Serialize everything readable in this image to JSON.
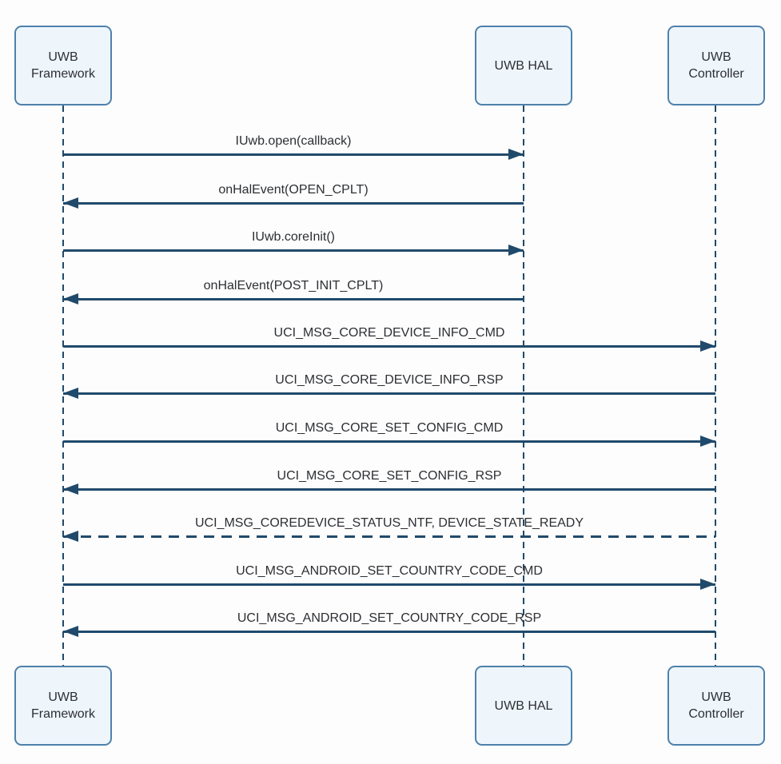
{
  "diagram": {
    "type": "sequence-diagram",
    "topic": "UWB HAL initialization flow",
    "colors": {
      "line": "#204a6b",
      "box_border": "#4e81ab",
      "box_fill": "#eef6fc",
      "text": "#2d2f33",
      "bg": "#fdfdfd"
    },
    "actors": [
      {
        "id": "framework",
        "label": "UWB Framework"
      },
      {
        "id": "hal",
        "label": "UWB HAL"
      },
      {
        "id": "controller",
        "label": "UWB Controller"
      }
    ],
    "messages": [
      {
        "label": "IUwb.open(callback)",
        "from": "framework",
        "to": "hal",
        "style": "solid"
      },
      {
        "label": "onHalEvent(OPEN_CPLT)",
        "from": "hal",
        "to": "framework",
        "style": "solid"
      },
      {
        "label": "IUwb.coreInit()",
        "from": "framework",
        "to": "hal",
        "style": "solid"
      },
      {
        "label": "onHalEvent(POST_INIT_CPLT)",
        "from": "hal",
        "to": "framework",
        "style": "solid"
      },
      {
        "label": "UCI_MSG_CORE_DEVICE_INFO_CMD",
        "from": "framework",
        "to": "controller",
        "style": "solid"
      },
      {
        "label": "UCI_MSG_CORE_DEVICE_INFO_RSP",
        "from": "controller",
        "to": "framework",
        "style": "solid"
      },
      {
        "label": "UCI_MSG_CORE_SET_CONFIG_CMD",
        "from": "framework",
        "to": "controller",
        "style": "solid"
      },
      {
        "label": "UCI_MSG_CORE_SET_CONFIG_RSP",
        "from": "controller",
        "to": "framework",
        "style": "solid"
      },
      {
        "label": "UCI_MSG_COREDEVICE_STATUS_NTF, DEVICE_STATE_READY",
        "from": "controller",
        "to": "framework",
        "style": "dashed"
      },
      {
        "label": "UCI_MSG_ANDROID_SET_COUNTRY_CODE_CMD",
        "from": "framework",
        "to": "controller",
        "style": "solid"
      },
      {
        "label": "UCI_MSG_ANDROID_SET_COUNTRY_CODE_RSP",
        "from": "controller",
        "to": "framework",
        "style": "solid"
      }
    ]
  }
}
